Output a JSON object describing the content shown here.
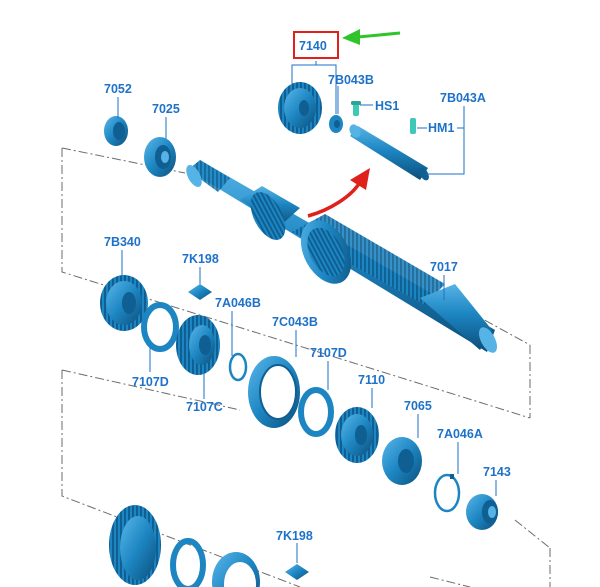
{
  "colors": {
    "label": "#1e72c8",
    "part_dark": "#0f5f92",
    "part_mid": "#1d86c2",
    "part_light": "#56b3e6",
    "highlight_box": "#e0201b",
    "green_arrow": "#2fc52a",
    "red_arrow": "#e0201b",
    "hs1_pin": "#3fc7b8"
  },
  "labels": {
    "p7140": "7140",
    "p7b043b": "7B043B",
    "hs1": "HS1",
    "p7b043a": "7B043A",
    "hm1": "HM1",
    "p7052": "7052",
    "p7025": "7025",
    "p7017": "7017",
    "p7b340": "7B340",
    "p7k198_top": "7K198",
    "p7a046b": "7A046B",
    "p7c043b": "7C043B",
    "p7107d_right": "7107D",
    "p7107d_left": "7107D",
    "p7107c": "7107C",
    "p7110": "7110",
    "p7065": "7065",
    "p7a046a": "7A046A",
    "p7143": "7143",
    "p7k198_bottom": "7K198"
  },
  "icons": {
    "highlight": "red-rectangle-icon",
    "pointer": "green-arrow-icon",
    "relocation": "red-curved-arrow-icon"
  }
}
